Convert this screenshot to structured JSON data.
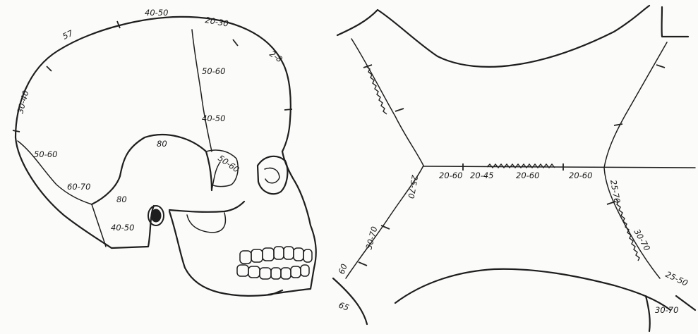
{
  "skull_lateral": {
    "labels": [
      "30-40",
      "57",
      "40-50",
      "20-30",
      "2-8",
      "50-60",
      "40-50",
      "80",
      "50-60",
      "50-60",
      "60-70",
      "80",
      "40-50"
    ]
  },
  "vault_top": {
    "labels": [
      "20-60",
      "20-45",
      "20-60",
      "20-60",
      "25-70",
      "25-70",
      "30-70",
      "30-70",
      "25-50",
      "60",
      "30-70",
      "65"
    ]
  }
}
